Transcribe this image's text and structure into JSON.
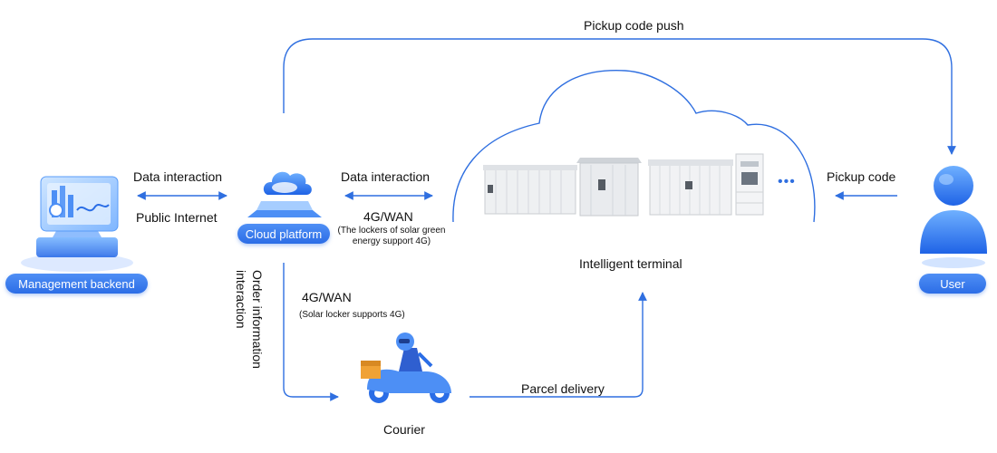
{
  "nodes": {
    "management_backend": "Management backend",
    "cloud_platform": "Cloud platform",
    "intelligent_terminal": "Intelligent terminal",
    "user": "User",
    "courier": "Courier"
  },
  "edges": {
    "pickup_code_push": "Pickup code push",
    "data_interaction_left": "Data interaction",
    "public_internet": "Public Internet",
    "data_interaction_right": "Data interaction",
    "wan_4g_top": "4G/WAN",
    "wan_4g_top_note_line1": "(The lockers of solar green",
    "wan_4g_top_note_line2": "energy support 4G)",
    "pickup_code": "Pickup code",
    "order_info_line1": "Order information",
    "order_info_line2": "interaction",
    "wan_4g_bottom": "4G/WAN",
    "wan_4g_bottom_note": "(Solar locker supports 4G)",
    "parcel_delivery": "Parcel delivery"
  },
  "ellipsis": "•••",
  "colors": {
    "flow_line": "#2f6fe0",
    "pill": "#2c6de6"
  }
}
